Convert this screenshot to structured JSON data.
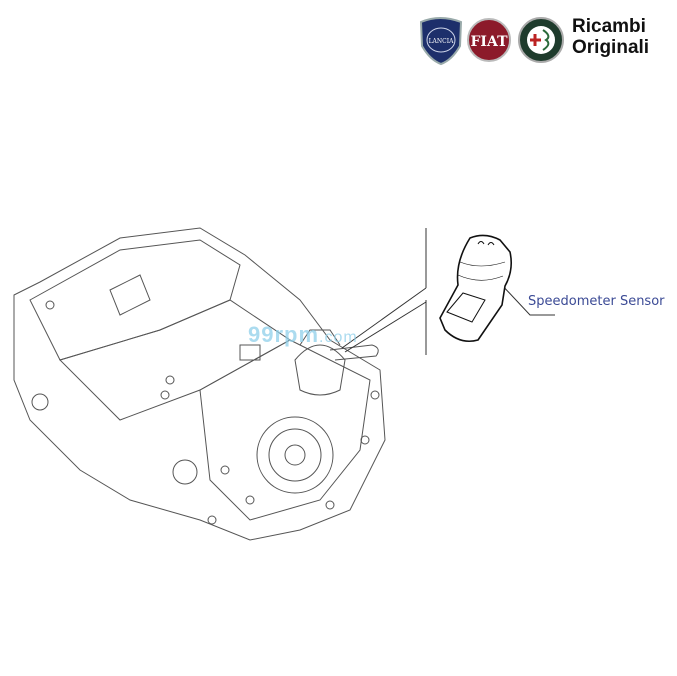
{
  "header": {
    "logos": [
      "Lancia",
      "Fiat",
      "Alfa Romeo"
    ],
    "brand_line1": "Ricambi",
    "brand_line2": "Originali"
  },
  "diagram": {
    "part_label": "Speedometer Sensor",
    "line_color": "#333333",
    "label_color": "#3b4a95"
  },
  "watermark": {
    "main": "99rpm",
    "suffix": ".com"
  }
}
